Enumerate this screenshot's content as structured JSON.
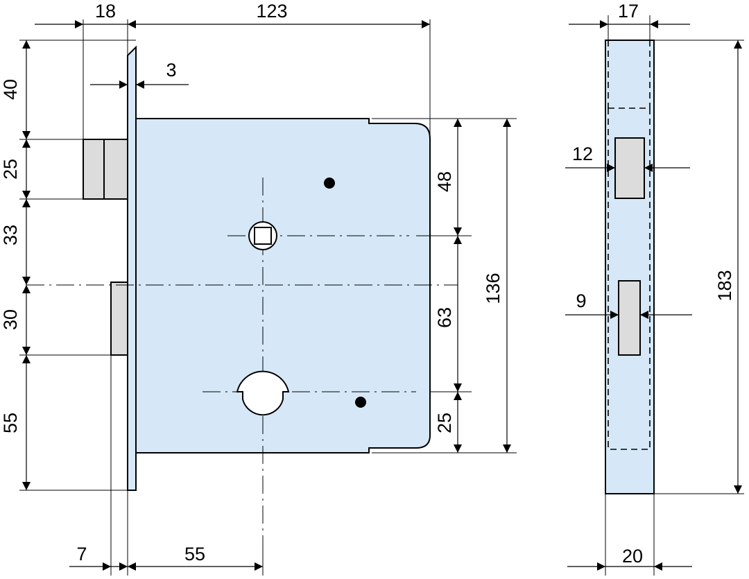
{
  "colors": {
    "body_fill": "#d6e8f7",
    "bolt_fill": "#dcdcdc",
    "line": "#000000"
  },
  "dimensions": {
    "top_18": "18",
    "top_123": "123",
    "faceplate_3": "3",
    "left_40": "40",
    "left_25": "25",
    "left_33": "33",
    "left_30": "30",
    "left_55": "55",
    "right_48": "48",
    "right_63": "63",
    "right_25": "25",
    "right_136": "136",
    "bottom_7": "7",
    "bottom_55": "55",
    "side_17": "17",
    "side_12": "12",
    "side_9": "9",
    "side_183": "183",
    "side_20": "20"
  }
}
